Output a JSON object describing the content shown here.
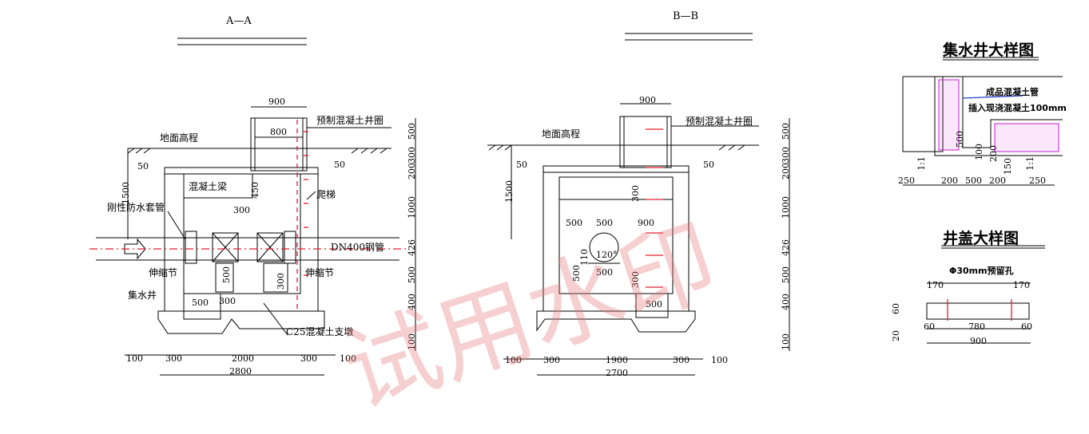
{
  "sections": {
    "aa": {
      "title": "A—A",
      "labels": {
        "ground": "地面高程",
        "precast_ring": "预制混凝土井圈",
        "beam": "混凝土梁",
        "ladder": "爬梯",
        "sleeve": "刚性防水套管",
        "pipe": "DN400钢管",
        "joint_left": "伸缩节",
        "joint_right": "伸缩节",
        "sump": "集水井",
        "support": "C25混凝土支墩"
      },
      "dims": {
        "top_900": "900",
        "inner_800": "800",
        "wall_50_left": "50",
        "wall_50_right": "50",
        "h_1500": "1500",
        "beam_450": "450",
        "span_300": "300",
        "pier_500": "500",
        "pier_300": "300",
        "sump_500": "500",
        "sump_300": "300",
        "bottom": [
          "100",
          "300",
          "2000",
          "300",
          "100"
        ],
        "total": "2800",
        "right_col": [
          "500",
          "300",
          "200",
          "1000",
          "426",
          "500",
          "400",
          "100"
        ]
      }
    },
    "bb": {
      "title": "B—B",
      "labels": {
        "ground": "地面高程",
        "precast_ring": "预制混凝土井圈"
      },
      "dims": {
        "top_900": "900",
        "wall_50_left": "50",
        "wall_50_right": "50",
        "h_1500": "1500",
        "d300_top": "300",
        "d500_a": "500",
        "d500_b": "500",
        "d900": "900",
        "angle": "120°",
        "d110": "110",
        "d500_c": "500",
        "d500_d": "500",
        "d300_low": "300",
        "d500_e": "500",
        "bottom": [
          "100",
          "300",
          "1900",
          "300",
          "100"
        ],
        "total": "2700",
        "right_col": [
          "500",
          "300",
          "200",
          "1000",
          "426",
          "500",
          "400",
          "100"
        ]
      }
    }
  },
  "sump_detail": {
    "title": "集水井大样图",
    "note1": "成品混凝土管",
    "note2": "插入现浇混凝土100mm",
    "slope_left": "1:1",
    "slope_right": "1:1",
    "v500": "500",
    "v100": "100",
    "v150": "150",
    "v200": "200",
    "bottom": [
      "250",
      "200",
      "500",
      "200",
      "250"
    ]
  },
  "cover_detail": {
    "title": "井盖大样图",
    "hole": "Φ30mm预留孔",
    "top_170_left": "170",
    "top_170_right": "170",
    "h60": "60",
    "h20": "20",
    "bottom": [
      "60",
      "780",
      "60"
    ],
    "total": "900"
  },
  "watermark": "试用水印"
}
